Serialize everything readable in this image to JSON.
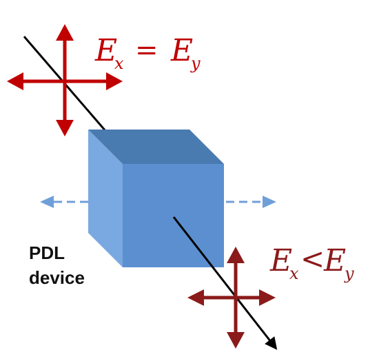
{
  "diagram": {
    "device_label_line1": "PDL",
    "device_label_line2": "device",
    "input_equation": {
      "left_var": "E",
      "left_sub": "x",
      "relation": "=",
      "right_var": "E",
      "right_sub": "y"
    },
    "output_equation": {
      "left_var": "E",
      "left_sub": "x",
      "relation": "<",
      "right_var": "E",
      "right_sub": "y"
    },
    "colors": {
      "input_arrows": "#c00000",
      "output_arrows": "#8b1a1a",
      "input_text": "#c00000",
      "output_text": "#8b1a1a",
      "cube_front": "#5b8fd0",
      "cube_side": "#7aa8e0",
      "cube_top": "#4a7bb0",
      "dashed_arrow": "#6f9fd8",
      "beam": "#000000"
    }
  }
}
